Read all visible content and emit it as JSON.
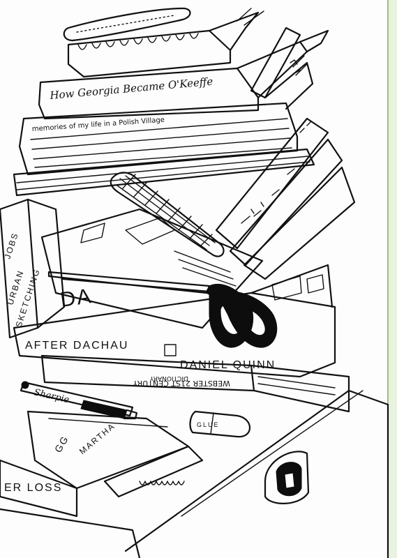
{
  "scene": {
    "description_colors": {
      "ink": "#111111",
      "paper": "#fdfdfd",
      "page_edge": "#9bbf7a"
    }
  },
  "books": {
    "georgia": "How Georgia Became O'Keeffe",
    "village": "memories of my life in a Polish Village",
    "dachau": "AFTER DACHAU",
    "quinn": "DANIEL QUINN",
    "webster": "WEBSTER 21ST CENTURY",
    "dictionary": "DICTIONARY",
    "urban": "URBAN",
    "sketching": "SKETCHING",
    "jobs": "JOBS",
    "loss": "ER LOSS",
    "martha": "MARTHA",
    "gg": "GG",
    "small_letters": "DA"
  },
  "objects": {
    "marker": "Sharpie",
    "glue": "GLUE"
  }
}
